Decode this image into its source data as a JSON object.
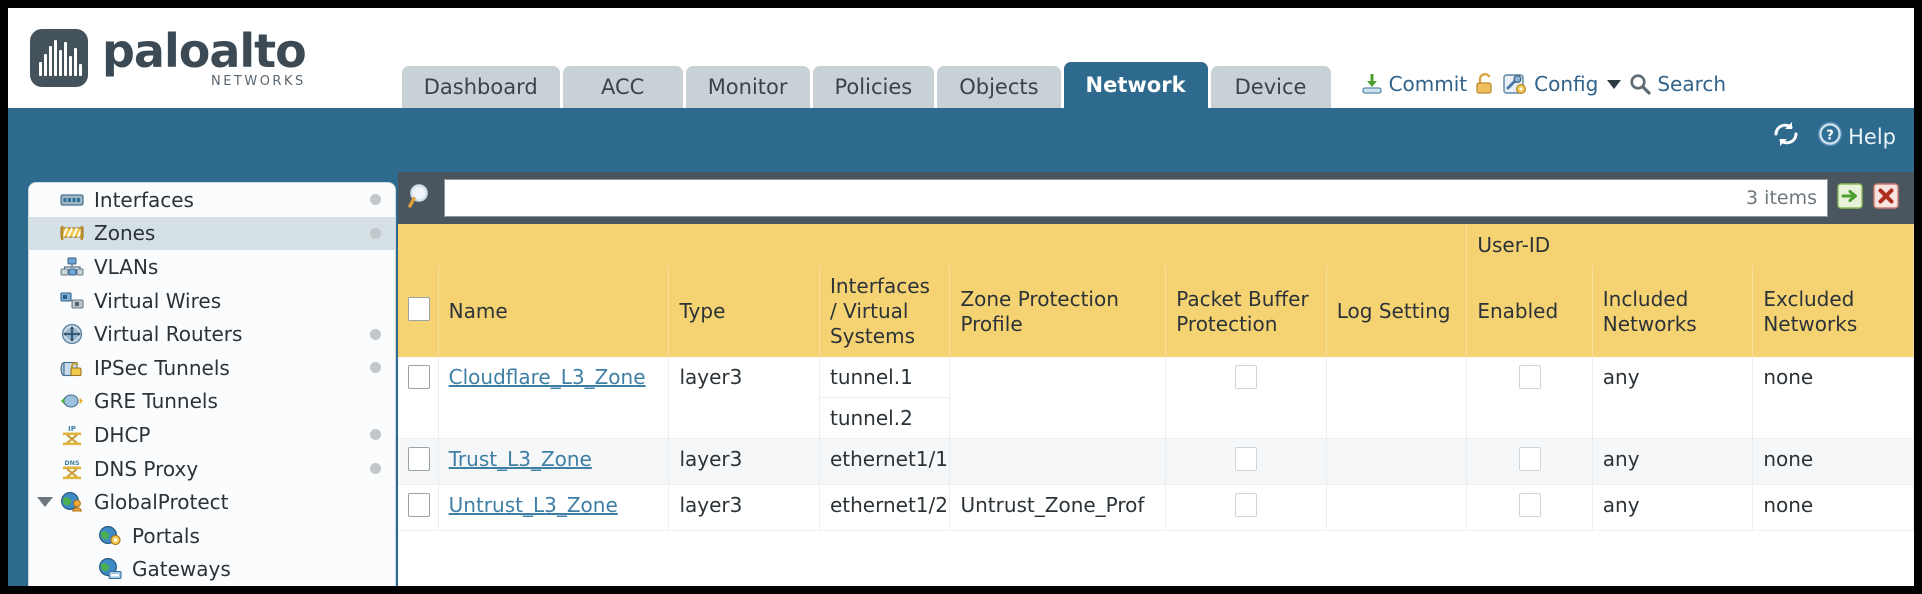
{
  "brand": {
    "name": "paloalto",
    "tagline": "NETWORKS"
  },
  "nav": {
    "tabs": [
      {
        "label": "Dashboard",
        "active": false
      },
      {
        "label": "ACC",
        "active": false
      },
      {
        "label": "Monitor",
        "active": false
      },
      {
        "label": "Policies",
        "active": false
      },
      {
        "label": "Objects",
        "active": false
      },
      {
        "label": "Network",
        "active": true
      },
      {
        "label": "Device",
        "active": false
      }
    ],
    "actions": [
      {
        "label": "Commit",
        "icon": "commit-icon"
      },
      {
        "label": "",
        "icon": "lock-icon"
      },
      {
        "label": "Config",
        "icon": "config-icon",
        "caret": true
      },
      {
        "label": "Search",
        "icon": "search-icon"
      }
    ]
  },
  "bluebar": {
    "refresh_label": "refresh-icon",
    "help_label": "Help"
  },
  "sidebar": {
    "items": [
      {
        "label": "Interfaces",
        "icon": "interfaces-icon",
        "dot": true,
        "selected": false,
        "child": false,
        "expander": false
      },
      {
        "label": "Zones",
        "icon": "zones-icon",
        "dot": true,
        "selected": true,
        "child": false,
        "expander": false
      },
      {
        "label": "VLANs",
        "icon": "vlans-icon",
        "dot": false,
        "selected": false,
        "child": false,
        "expander": false
      },
      {
        "label": "Virtual Wires",
        "icon": "virtual-wires-icon",
        "dot": false,
        "selected": false,
        "child": false,
        "expander": false
      },
      {
        "label": "Virtual Routers",
        "icon": "virtual-routers-icon",
        "dot": true,
        "selected": false,
        "child": false,
        "expander": false
      },
      {
        "label": "IPSec Tunnels",
        "icon": "ipsec-tunnels-icon",
        "dot": true,
        "selected": false,
        "child": false,
        "expander": false
      },
      {
        "label": "GRE Tunnels",
        "icon": "gre-tunnels-icon",
        "dot": false,
        "selected": false,
        "child": false,
        "expander": false
      },
      {
        "label": "DHCP",
        "icon": "dhcp-icon",
        "dot": true,
        "selected": false,
        "child": false,
        "expander": false
      },
      {
        "label": "DNS Proxy",
        "icon": "dns-proxy-icon",
        "dot": true,
        "selected": false,
        "child": false,
        "expander": false
      },
      {
        "label": "GlobalProtect",
        "icon": "globalprotect-icon",
        "dot": false,
        "selected": false,
        "child": false,
        "expander": true
      },
      {
        "label": "Portals",
        "icon": "portals-icon",
        "dot": false,
        "selected": false,
        "child": true,
        "expander": false
      },
      {
        "label": "Gateways",
        "icon": "gateways-icon",
        "dot": false,
        "selected": false,
        "child": true,
        "expander": false
      }
    ]
  },
  "search": {
    "value": "",
    "placeholder": "",
    "items_count": "3 items",
    "apply_icon": "apply-filter-icon",
    "clear_icon": "clear-filter-icon"
  },
  "table": {
    "group_header": "User-ID",
    "columns": [
      "Name",
      "Type",
      "Interfaces / Virtual Systems",
      "Zone Protection Profile",
      "Packet Buffer Protection",
      "Log Setting",
      "Enabled",
      "Included Networks",
      "Excluded Networks"
    ],
    "rows": [
      {
        "selected": false,
        "name": "Cloudflare_L3_Zone",
        "type": "layer3",
        "interfaces": [
          "tunnel.1",
          "tunnel.2"
        ],
        "zone_protection_profile": "",
        "packet_buffer_protection": false,
        "log_setting": "",
        "userid_enabled": false,
        "included_networks": "any",
        "excluded_networks": "none"
      },
      {
        "selected": false,
        "name": "Trust_L3_Zone",
        "type": "layer3",
        "interfaces": [
          "ethernet1/1"
        ],
        "zone_protection_profile": "",
        "packet_buffer_protection": false,
        "log_setting": "",
        "userid_enabled": false,
        "included_networks": "any",
        "excluded_networks": "none"
      },
      {
        "selected": false,
        "name": "Untrust_L3_Zone",
        "type": "layer3",
        "interfaces": [
          "ethernet1/2"
        ],
        "zone_protection_profile": "Untrust_Zone_Prof",
        "packet_buffer_protection": false,
        "log_setting": "",
        "userid_enabled": false,
        "included_networks": "any",
        "excluded_networks": "none"
      }
    ]
  },
  "colors": {
    "brand_blue": "#2e6a8e",
    "table_header_gold": "#f6d372",
    "group_header_gold": "#e6b949",
    "search_bar_slate": "#4a555e",
    "link_blue": "#3f7fa6"
  }
}
